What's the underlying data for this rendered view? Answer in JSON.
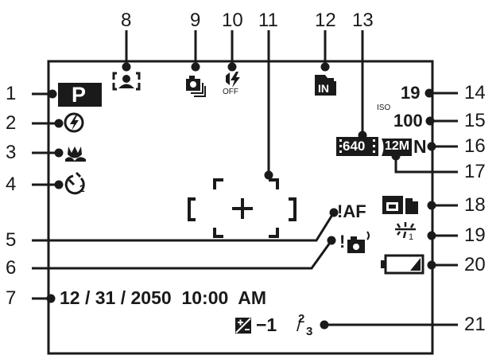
{
  "callouts": [
    "1",
    "2",
    "3",
    "4",
    "5",
    "6",
    "7",
    "8",
    "9",
    "10",
    "11",
    "12",
    "13",
    "14",
    "15",
    "16",
    "17",
    "18",
    "19",
    "20",
    "21"
  ],
  "screen": {
    "shooting_mode": "P",
    "shots_remaining": "19",
    "iso_label": "ISO",
    "iso_value": "100",
    "quality": "N",
    "af_warning": "!AF",
    "shake_warning": "!",
    "date_time": "12 / 31 / 2050  10:00  AM",
    "exposure_comp": "−1",
    "exposure_num": "2",
    "exposure_den": "3",
    "image_size": "12M",
    "movie_size": "640",
    "memory": "IN",
    "flash_off": "OFF",
    "wb_index": "1",
    "selftimer_index": "2"
  },
  "icons": {
    "1": "shooting-mode-icon",
    "2": "flash-mode-icon",
    "3": "macro-icon",
    "4": "self-timer-icon",
    "5": "af-warning-icon",
    "6": "camera-shake-icon",
    "8": "face-detection-icon",
    "9": "continuous-shooting-icon",
    "10": "flash-off-icon",
    "11": "af-frame-icon",
    "12": "internal-memory-icon",
    "13": "movie-size-icon",
    "16": "image-quality-icon",
    "17": "image-size-icon",
    "18": "color-mode-icon",
    "19": "white-balance-icon",
    "20": "battery-icon",
    "21": "exposure-compensation-icon"
  }
}
